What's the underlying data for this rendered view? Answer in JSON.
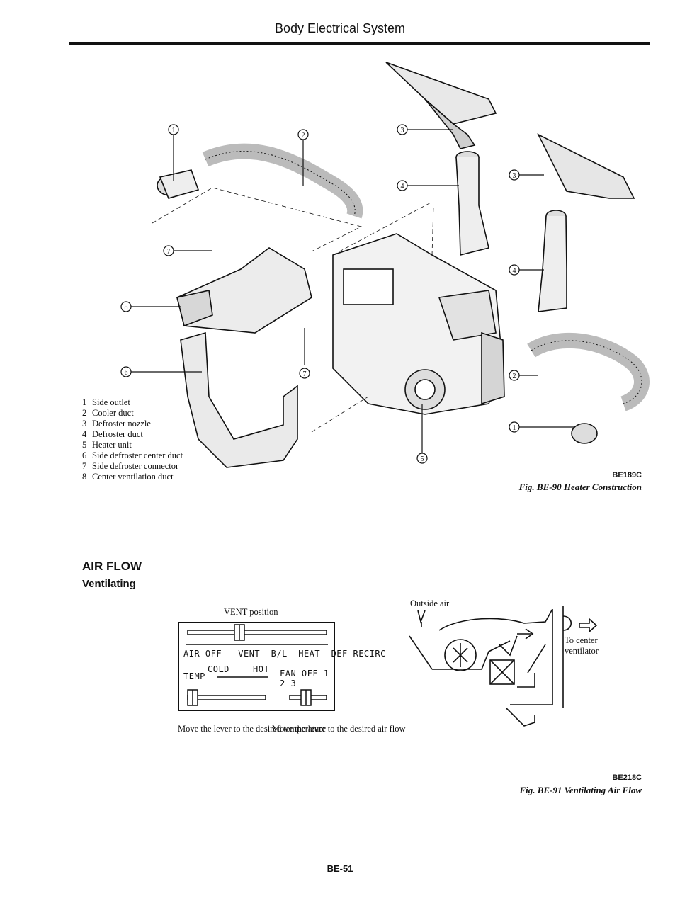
{
  "header": {
    "title": "Body Electrical System"
  },
  "figure1": {
    "callouts": [
      "1",
      "2",
      "3",
      "4",
      "5",
      "6",
      "7",
      "8"
    ],
    "legend": [
      {
        "num": "1",
        "label": "Side outlet"
      },
      {
        "num": "2",
        "label": "Cooler duct"
      },
      {
        "num": "3",
        "label": "Defroster nozzle"
      },
      {
        "num": "4",
        "label": "Defroster duct"
      },
      {
        "num": "5",
        "label": "Heater unit"
      },
      {
        "num": "6",
        "label": "Side defroster center duct"
      },
      {
        "num": "7",
        "label": "Side defroster connector"
      },
      {
        "num": "8",
        "label": "Center ventilation duct"
      }
    ],
    "code": "BE189C",
    "caption": "Fig. BE-90 Heater Construction"
  },
  "section": {
    "title": "AIR FLOW",
    "subtitle": "Ventilating"
  },
  "figure2": {
    "position_label": "VENT position",
    "air_row": "AIR OFF   VENT  B/L  HEAT  DEF RECIRC",
    "temp_label": "TEMP",
    "cold": "COLD",
    "hot": "HOT",
    "fan_row": "FAN OFF 1 2 3",
    "note_left": "Move the lever to the desired temperature",
    "note_right": "Move the lever to the desired air flow",
    "outside_air": "Outside air",
    "to_center": "To center",
    "ventilator": "ventilator",
    "code": "BE218C",
    "caption": "Fig. BE-91 Ventilating Air Flow"
  },
  "page_number": "BE-51",
  "colors": {
    "ink": "#111111",
    "paper": "#ffffff"
  }
}
